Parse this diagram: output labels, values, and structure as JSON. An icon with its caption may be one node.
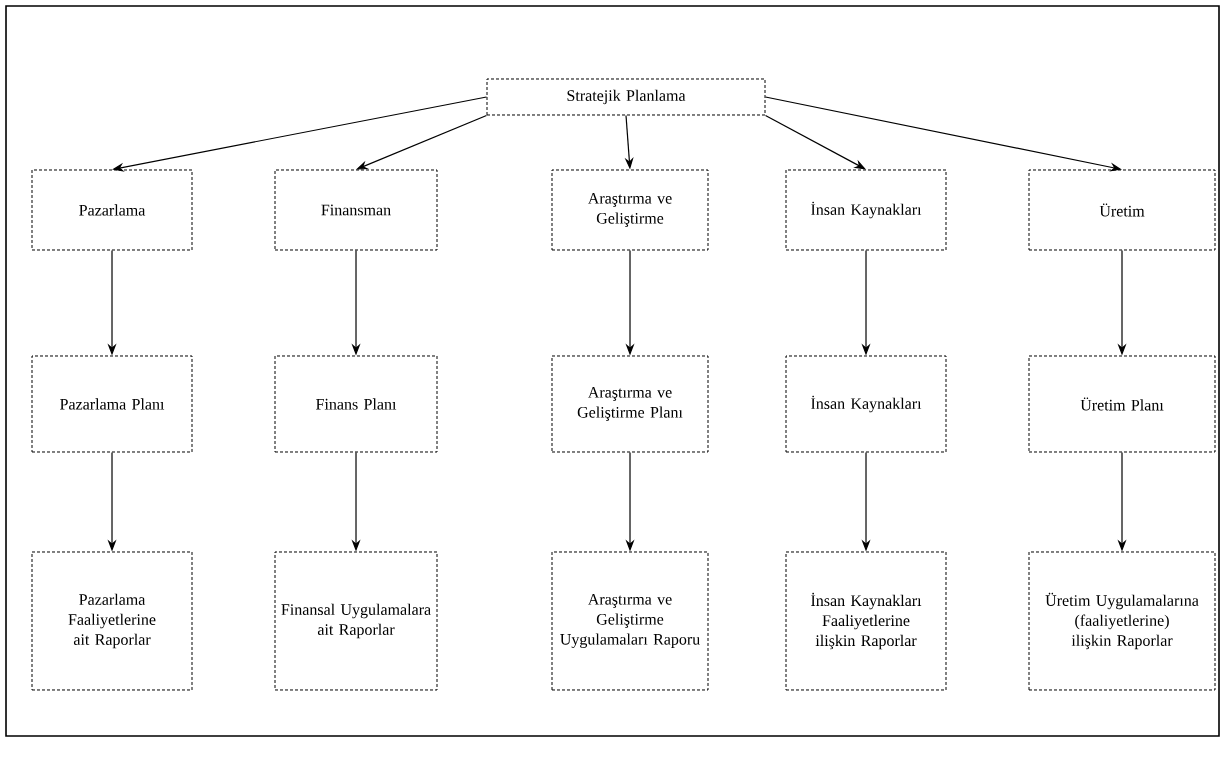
{
  "diagram": {
    "nodes": [
      {
        "text": [
          "Stratejik Planlama"
        ]
      },
      {
        "text": [
          "Pazarlama"
        ]
      },
      {
        "text": [
          "Finansman"
        ]
      },
      {
        "text": [
          "Araştırma ve Geliştirme"
        ]
      },
      {
        "text": [
          "İnsan Kaynakları"
        ]
      },
      {
        "text": [
          "Üretim"
        ]
      },
      {
        "text": [
          "Pazarlama Planı"
        ]
      },
      {
        "text": [
          "Finans Planı"
        ]
      },
      {
        "text": [
          "Araştırma ve Geliştirme Planı"
        ]
      },
      {
        "text": [
          "İnsan Kaynakları"
        ]
      },
      {
        "text": [
          "Üretim Planı"
        ]
      },
      {
        "text": [
          "Pazarlama Faaliyetlerine ait Raporlar"
        ]
      },
      {
        "text": [
          "Finansal Uygulamalara ait Raporlar"
        ]
      },
      {
        "text": [
          "Araştırma ve Geliştirme Uygulamaları Raporu"
        ]
      },
      {
        "text": [
          "İnsan Kaynakları Faaliyetlerine ilişkin Raporlar"
        ]
      },
      {
        "text": [
          "Üretim Uygulamalarına (faaliyetlerine) ilişkin Raporlar"
        ]
      }
    ],
    "edges": [
      {
        "from": 0,
        "to": 1,
        "arrow": "to"
      },
      {
        "from": 0,
        "to": 2,
        "arrow": "to"
      },
      {
        "from": 0,
        "to": 3,
        "arrow": "to"
      },
      {
        "from": 0,
        "to": 4,
        "arrow": "to"
      },
      {
        "from": 0,
        "to": 5,
        "arrow": "to"
      },
      {
        "from": 1,
        "to": 6,
        "arrow": "to"
      },
      {
        "from": 2,
        "to": 7,
        "arrow": "to"
      },
      {
        "from": 3,
        "to": 8,
        "arrow": "to"
      },
      {
        "from": 4,
        "to": 9,
        "arrow": "to"
      },
      {
        "from": 5,
        "to": 10,
        "arrow": "to"
      },
      {
        "from": 6,
        "to": 11,
        "arrow": "to"
      },
      {
        "from": 7,
        "to": 12,
        "arrow": "to"
      },
      {
        "from": 8,
        "to": 13,
        "arrow": "to"
      },
      {
        "from": 9,
        "to": 14,
        "arrow": "to"
      },
      {
        "from": 10,
        "to": 15,
        "arrow": "to"
      }
    ]
  }
}
